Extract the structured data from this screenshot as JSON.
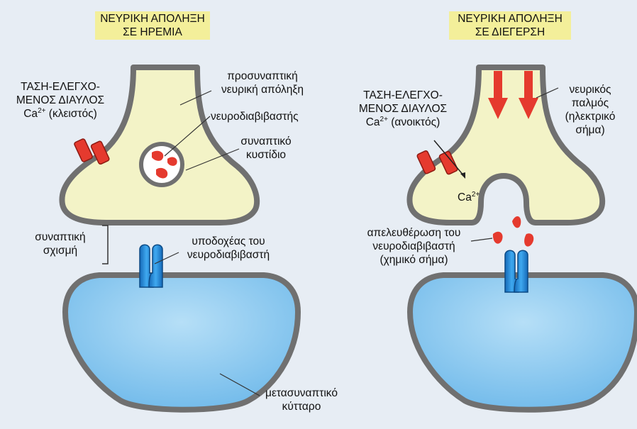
{
  "left_panel": {
    "title_line1": "ΝΕΥΡΙΚΗ ΑΠΟΛΗΞΗ",
    "title_line2": "ΣΕ ΗΡΕΜΙΑ",
    "presynaptic_line1": "προσυναπτική",
    "presynaptic_line2": "νευρική απόληξη",
    "channel_line1": "ΤΑΣΗ-ΕΛΕΓΧΟ-",
    "channel_line2": "ΜΕΝΟΣ ΔΙΑΥΛΟΣ",
    "channel_ca": "Ca",
    "channel_charge": "2+",
    "channel_state": "(κλειστός)",
    "neurotransmitter": "νευροδιαβιβαστής",
    "vesicle_line1": "συναπτικό",
    "vesicle_line2": "κυστίδιο",
    "cleft_line1": "συναπτική",
    "cleft_line2": "σχισμή",
    "receptor_line1": "υποδοχέας του",
    "receptor_line2": "νευροδιαβιβαστή",
    "postsynaptic_line1": "μετασυναπτικό",
    "postsynaptic_line2": "κύτταρο"
  },
  "right_panel": {
    "title_line1": "ΝΕΥΡΙΚΗ ΑΠΟΛΗΞΗ",
    "title_line2": "ΣΕ ΔΙΕΓΕΡΣΗ",
    "impulse_line1": "νευρικός",
    "impulse_line2": "παλμός",
    "impulse_line3": "(ηλεκτρικό",
    "impulse_line4": "σήμα)",
    "channel_line1": "ΤΑΣΗ-ΕΛΕΓΧΟ-",
    "channel_line2": "ΜΕΝΟΣ ΔΙΑΥΛΟΣ",
    "channel_ca": "Ca",
    "channel_charge": "2+",
    "channel_state": "(ανοικτός)",
    "ion_ca": "Ca",
    "ion_charge": "2+",
    "release_line1": "απελευθέρωση του",
    "release_line2": "νευροδιαβιβαστή",
    "release_line3": "(χημικό σήμα)"
  },
  "colors": {
    "background": "#e7edf4",
    "terminal_fill": "#f3f3c7",
    "membrane": "#707070",
    "cell_fill": "#86c8f0",
    "transmitter_red": "#e53a2e",
    "receptor_blue": "#1f8fd9",
    "title_bg": "#f3ef9a"
  }
}
